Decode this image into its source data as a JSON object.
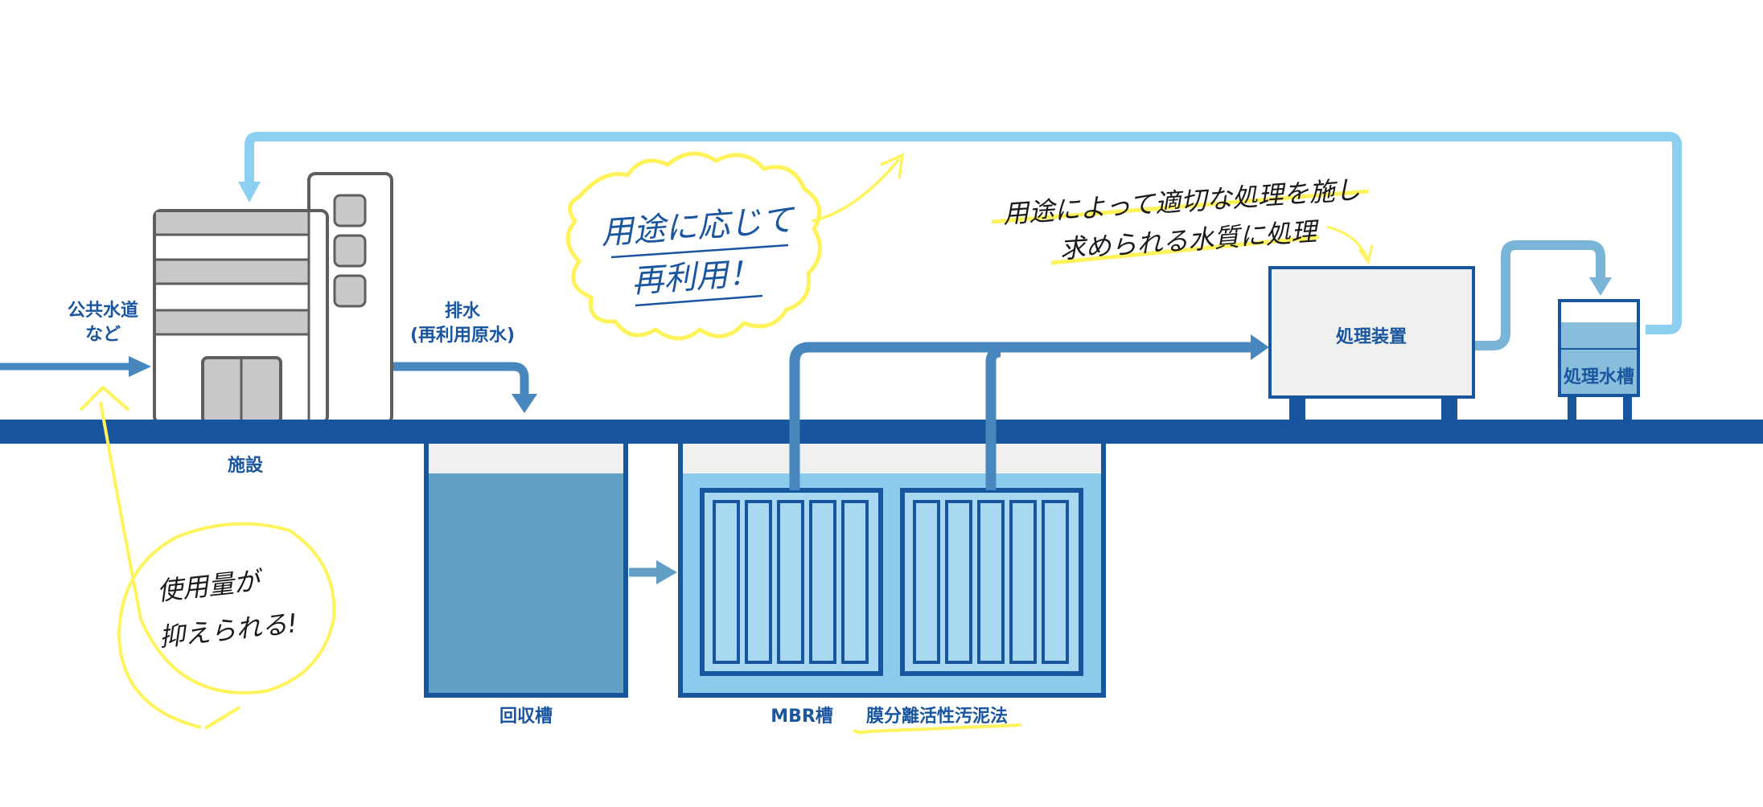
{
  "colors": {
    "ground": "#17559e",
    "tank_blue": "#629fc4",
    "light_blue": "#8ccbec",
    "membrane_fill": "#a9d8f2",
    "pipe_blue": "#4787bd",
    "return_pipe": "#8dcff0",
    "small_pipe": "#7ab5d8",
    "building_gray": "#c8c8c8",
    "building_stroke": "#5e5e5e",
    "device_fill": "#f0f0ee",
    "highlight_yellow": "#fff35c",
    "label_blue": "#1a56a0"
  },
  "labels": {
    "public_water_line1": "公共水道",
    "public_water_line2": "など",
    "facility": "施設",
    "wastewater_line1": "排水",
    "wastewater_line2": "(再利用原水)",
    "recovery_tank": "回収槽",
    "mbr_tank": "MBR槽",
    "mbr_method": "膜分離活性汚泥法",
    "treatment_device": "処理装置",
    "treated_water_tank": "処理水槽"
  },
  "callouts": {
    "reuse_line1": "用途に応じて",
    "reuse_line2": "再利用！",
    "treatment_line1": "用途によって適切な処理を施し",
    "treatment_line2": "求められる水質に処理",
    "usage_line1": "使用量が",
    "usage_line2": "抑えられる!"
  }
}
